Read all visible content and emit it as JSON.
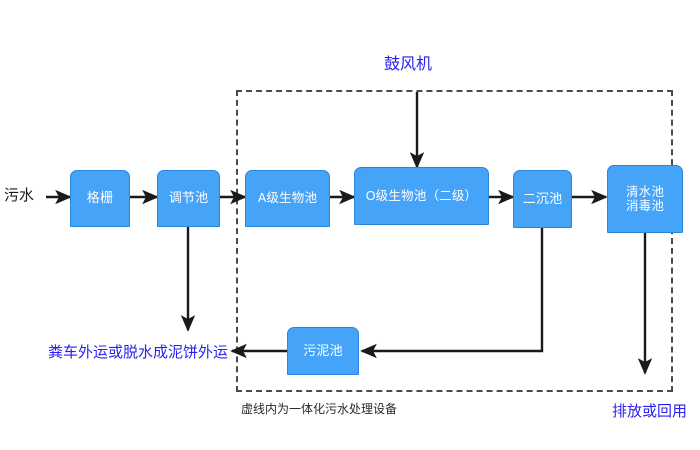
{
  "diagram": {
    "title_note": "虚线内为一体化污水处理设备",
    "accent_box_fill": "#45a3f8",
    "accent_box_border": "#2b86dd",
    "label_blue": "#2a1ef0",
    "connector_color": "#1a1a1a",
    "enclosure_note": "虚线内为一体化污水处理设备"
  },
  "nodes": [
    {
      "id": "grid",
      "label": "格栅"
    },
    {
      "id": "equalization",
      "label": "调节池"
    },
    {
      "id": "a_pool",
      "label": "A级生物池"
    },
    {
      "id": "o_pool",
      "label": "O级生物池（二级）"
    },
    {
      "id": "clarifier",
      "label": "二沉池"
    },
    {
      "id": "clearwater",
      "label": "清水池\n消毒池"
    },
    {
      "id": "sludge",
      "label": "污泥池"
    }
  ],
  "labels": {
    "inflow": "污水",
    "blower": "鼓风机",
    "sludge_disposal": "粪车外运或脱水成泥饼外运",
    "discharge": "排放或回用",
    "enclosure_caption": "虚线内为一体化污水处理设备"
  }
}
